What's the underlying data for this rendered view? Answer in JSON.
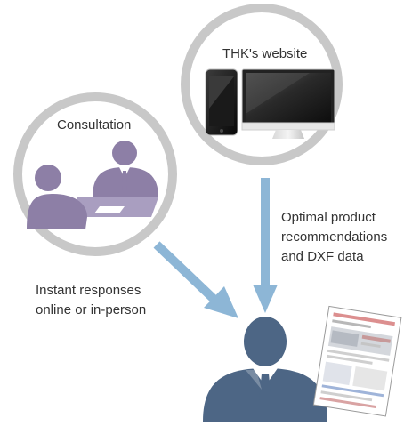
{
  "consultation": {
    "title": "Consultation",
    "caption_lines": [
      "Instant responses",
      "online or in-person"
    ]
  },
  "website": {
    "title": "THK's website",
    "caption_lines": [
      "Optimal product",
      "recommendations",
      "and DXF data"
    ]
  },
  "icons": {
    "consultation": "people-at-desk-icon",
    "devices": "smartphone-and-monitor-icon",
    "customer": "businessman-icon",
    "document": "dxf-document-icon"
  },
  "colors": {
    "ring": "#c8c8c8",
    "arrow": "#8db6d6",
    "consult_people": "#8d7fa6",
    "customer": "#4d6685",
    "text": "#333333"
  }
}
